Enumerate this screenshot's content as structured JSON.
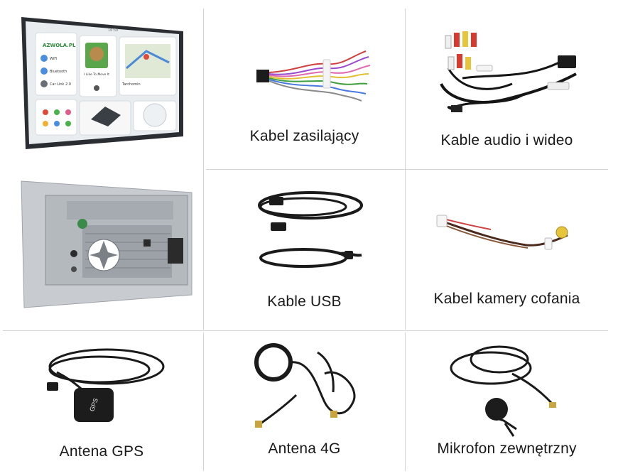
{
  "items": [
    {
      "id": "head-unit-front",
      "caption": ""
    },
    {
      "id": "power-cable",
      "caption": "Kabel zasilający"
    },
    {
      "id": "av-cables",
      "caption": "Kable audio i wideo"
    },
    {
      "id": "head-unit-back",
      "caption": ""
    },
    {
      "id": "usb-cables",
      "caption": "Kable USB"
    },
    {
      "id": "reverse-camera-cable",
      "caption": "Kabel kamery cofania"
    },
    {
      "id": "gps-antenna",
      "caption": "Antena GPS"
    },
    {
      "id": "lte-antenna",
      "caption": "Antena 4G"
    },
    {
      "id": "microphone",
      "caption": "Mikrofon zewnętrzny"
    }
  ],
  "screen": {
    "brand": "AZWOLA.PL",
    "wifi_label": "WiFi",
    "bluetooth_label": "Bluetooth",
    "carlink_label": "Car Link 2.0",
    "song": "I Like To Move It",
    "clock": "16:58",
    "map_label": "Tarchomin"
  },
  "gps_label": "GPS"
}
